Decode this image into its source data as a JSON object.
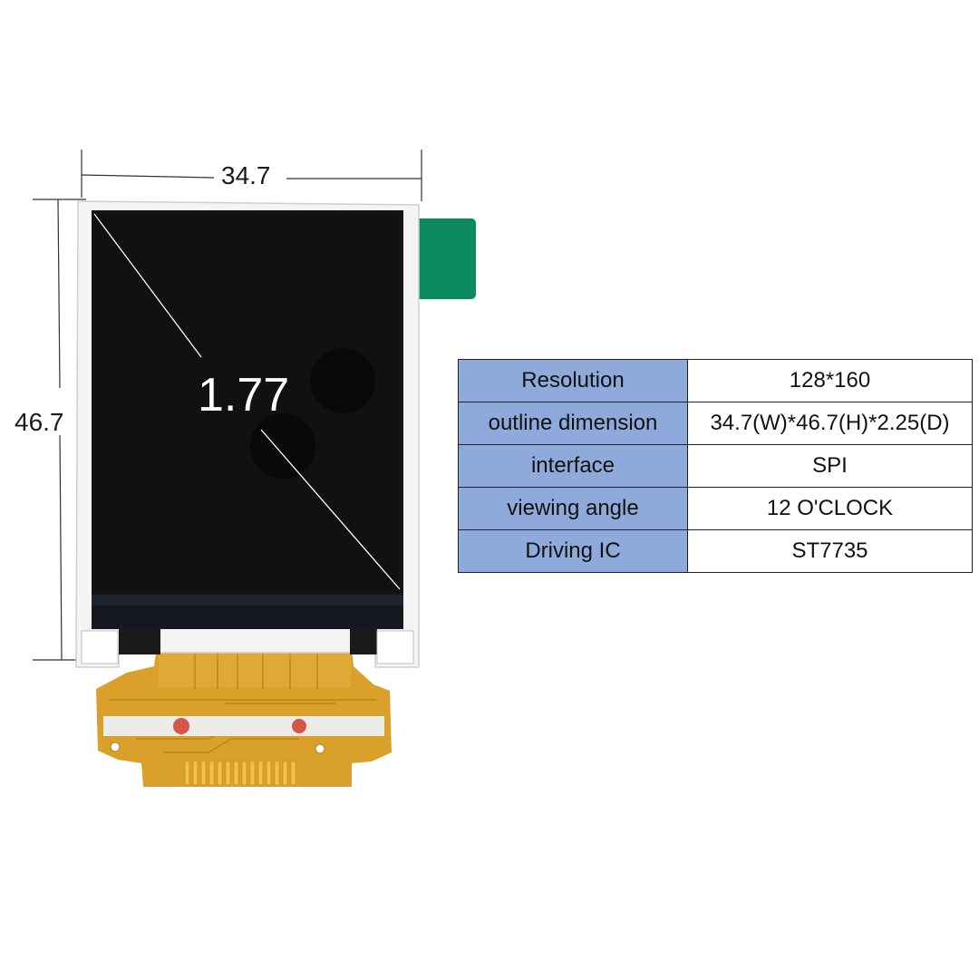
{
  "dimensions": {
    "width": "34.7",
    "height": "46.7",
    "diagonal": "1.77"
  },
  "specs": [
    {
      "label": "Resolution",
      "value": "128*160"
    },
    {
      "label": "outline dimension",
      "value": "34.7(W)*46.7(H)*2.25(D)"
    },
    {
      "label": "interface",
      "value": "SPI"
    },
    {
      "label": "viewing angle",
      "value": "12 O'CLOCK"
    },
    {
      "label": "Driving IC",
      "value": "ST7735"
    }
  ],
  "colors": {
    "table_header": "#8eaadb",
    "screen": "#111111",
    "frame": "#f4f4f2",
    "flex_cable": "#d9a02a",
    "tab": "#0b8a5e"
  }
}
